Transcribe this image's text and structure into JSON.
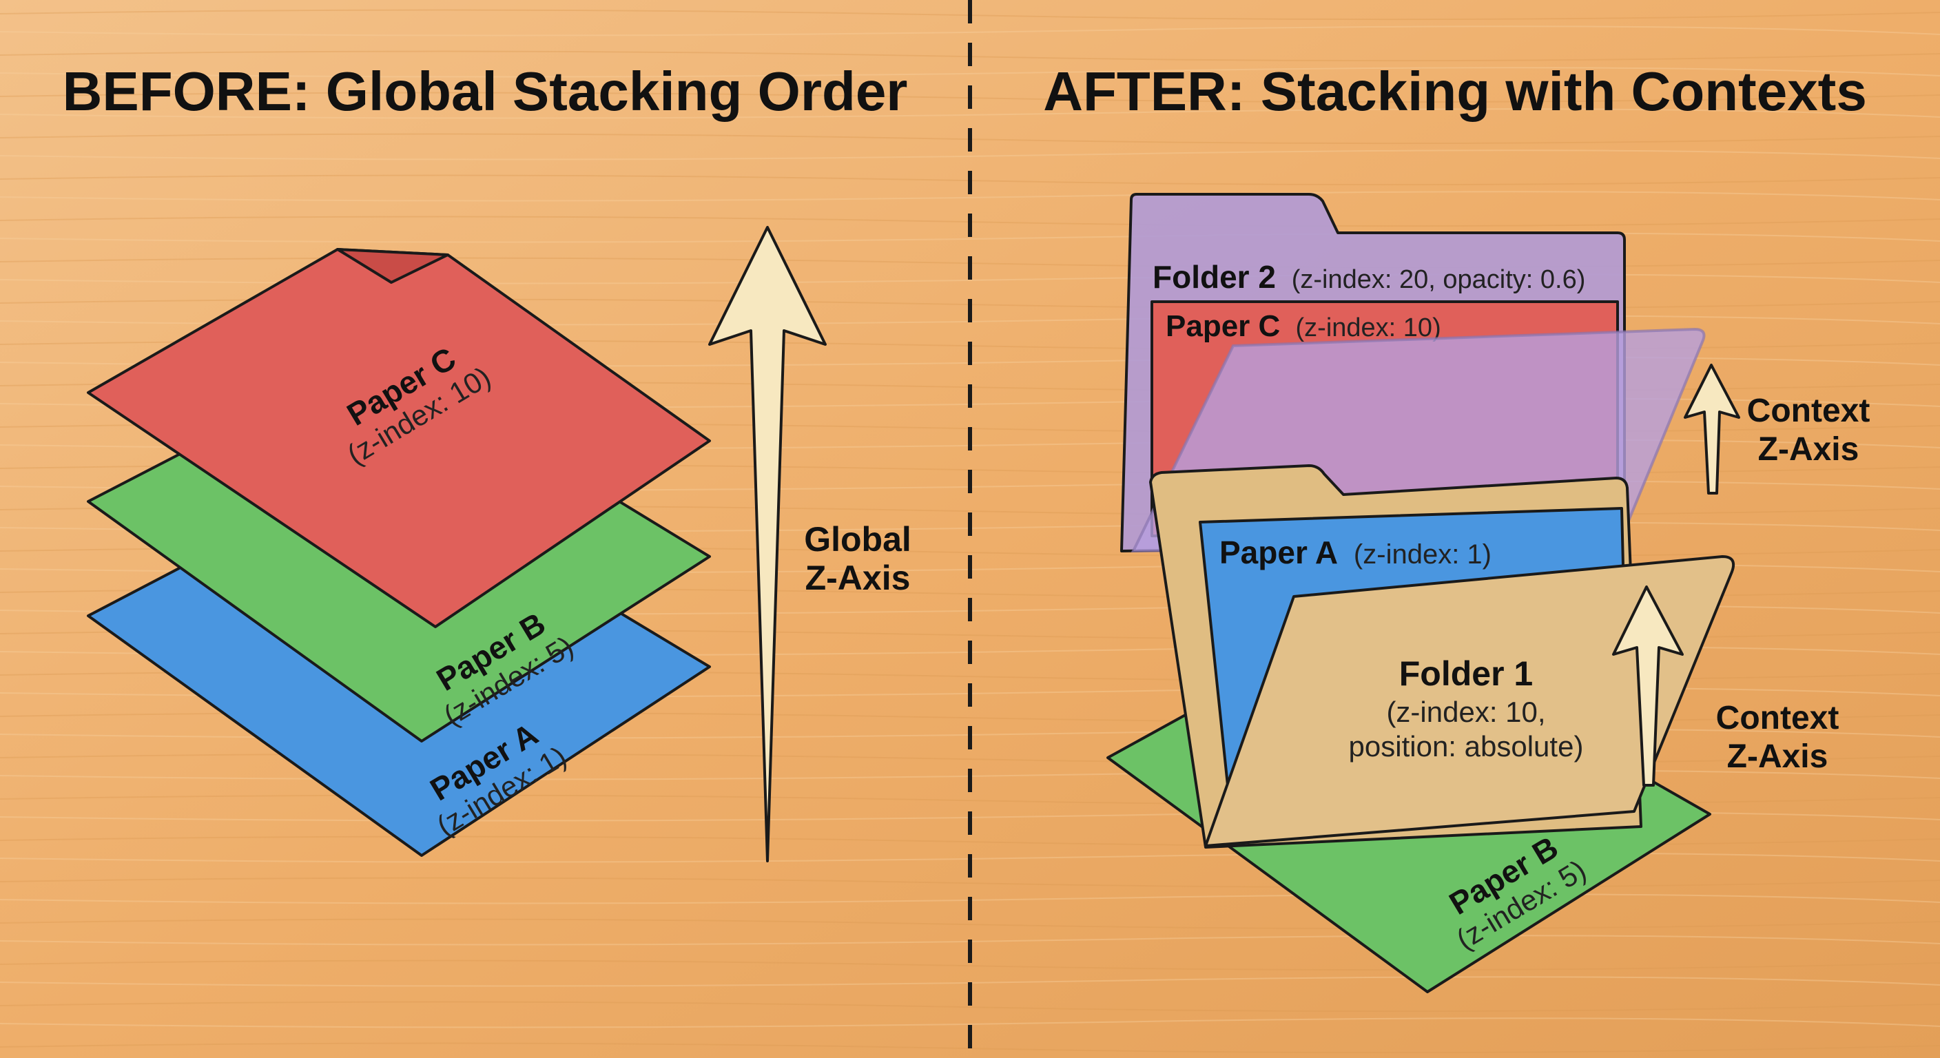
{
  "panels": {
    "before": {
      "title": "BEFORE: Global Stacking Order",
      "axis_label": [
        "Global",
        "Z-Axis"
      ],
      "papers": [
        {
          "name": "Paper A",
          "z": "(z-index: 1)"
        },
        {
          "name": "Paper B",
          "z": "(z-index: 5)"
        },
        {
          "name": "Paper C",
          "z": "(z-index: 10)"
        }
      ]
    },
    "after": {
      "title": "AFTER: Stacking with Contexts",
      "folder2": {
        "name": "Folder 2",
        "detail": "(z-index: 20, opacity: 0.6)"
      },
      "folder1": {
        "name": "Folder 1",
        "detail_line1": "(z-index: 10,",
        "detail_line2": "position: absolute)"
      },
      "paper_c": {
        "name": "Paper C",
        "z": "(z-index: 10)"
      },
      "paper_a": {
        "name": "Paper A",
        "z": "(z-index: 1)"
      },
      "paper_b": {
        "name": "Paper B",
        "z": "(z-index: 5)"
      },
      "context_axis_top": [
        "Context",
        "Z-Axis"
      ],
      "context_axis_bottom": [
        "Context",
        "Z-Axis"
      ]
    }
  },
  "colors": {
    "paper_red": "#e0605a",
    "paper_green": "#6cc266",
    "paper_blue": "#4a96e0",
    "folder_tan": "#e0bd82",
    "folder_purple": "#b09ad6",
    "arrow_cream": "#f7e8c0",
    "wood_light": "#f3bd7f",
    "wood_dark": "#e4a25c"
  }
}
